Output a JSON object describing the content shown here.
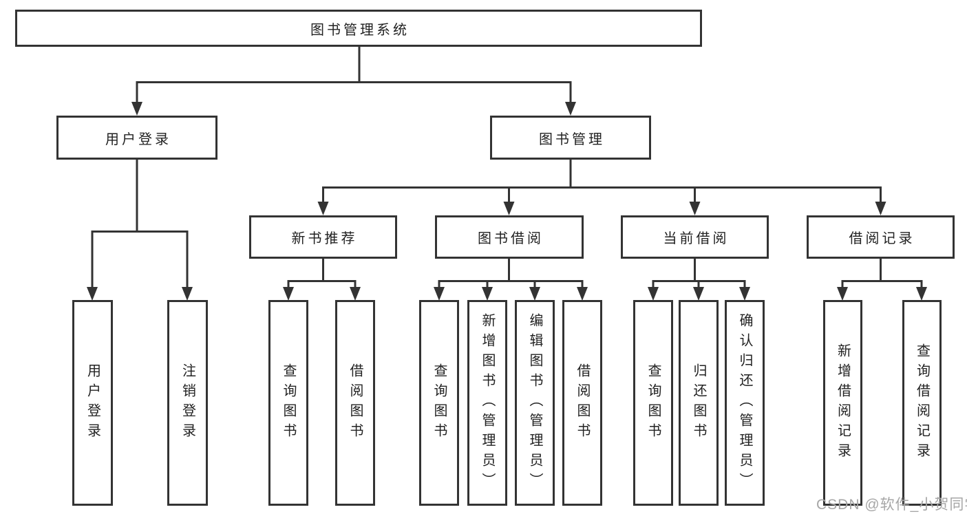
{
  "diagram_title": "图书管理系统",
  "nodes": {
    "root": "图书管理系统",
    "login": "用户登录",
    "mgmt": "图书管理",
    "newbook": "新书推荐",
    "borrow": "图书借阅",
    "current": "当前借阅",
    "records": "借阅记录",
    "login_children": [
      "用户登录",
      "注销登录"
    ],
    "newbook_children": [
      "查询图书",
      "借阅图书"
    ],
    "borrow_children": [
      "查询图书",
      "新增图书（管理员）",
      "编辑图书（管理员）",
      "借阅图书"
    ],
    "current_children": [
      "查询图书",
      "归还图书",
      "确认归还（管理员）"
    ],
    "records_children": [
      "新增借阅记录",
      "查询借阅记录"
    ]
  },
  "watermark": {
    "text": "CSDN @软件_小贺同学"
  },
  "colors": {
    "line": "#333333",
    "box_border": "#333333",
    "text": "#222222",
    "watermark": "#a6a6a6",
    "background": "#ffffff"
  }
}
